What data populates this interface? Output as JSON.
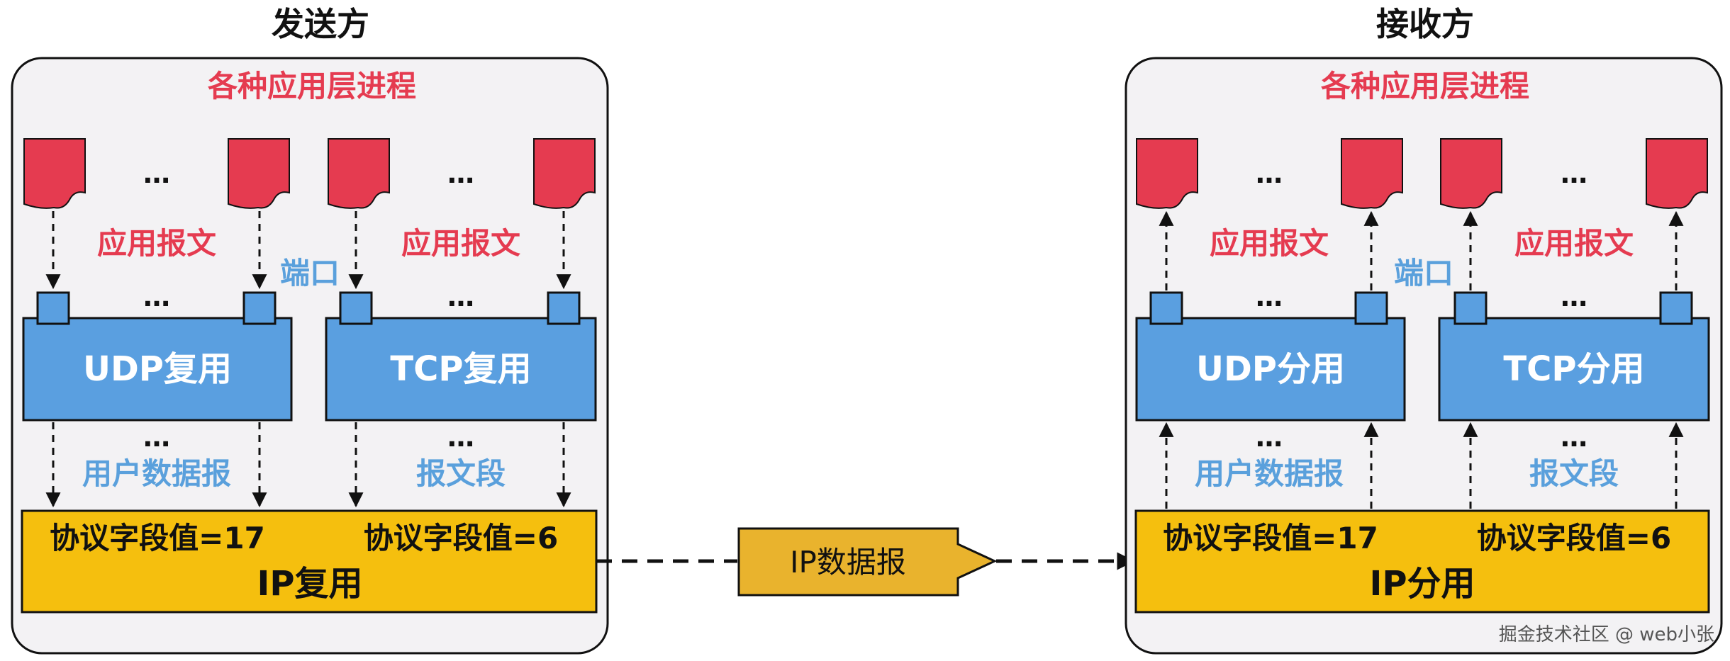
{
  "sender": {
    "title": "发送方",
    "app_processes": "各种应用层进程",
    "app_message_udp": "应用报文",
    "app_message_tcp": "应用报文",
    "port_label": "端口",
    "ellipsis": "…",
    "udp_box": "UDP复用",
    "tcp_box": "TCP复用",
    "udp_unit": "用户数据报",
    "tcp_unit": "报文段",
    "protocol_udp": "协议字段值=17",
    "protocol_tcp": "协议字段值=6",
    "ip_box": "IP复用"
  },
  "channel": {
    "label": "IP数据报"
  },
  "receiver": {
    "title": "接收方",
    "app_processes": "各种应用层进程",
    "app_message_udp": "应用报文",
    "app_message_tcp": "应用报文",
    "port_label": "端口",
    "ellipsis": "…",
    "udp_box": "UDP分用",
    "tcp_box": "TCP分用",
    "udp_unit": "用户数据报",
    "tcp_unit": "报文段",
    "protocol_udp": "协议字段值=17",
    "protocol_tcp": "协议字段值=6",
    "ip_box": "IP分用"
  },
  "watermark": "掘金技术社区 @ web小张",
  "colors": {
    "panel_fill": "#f3f2f4",
    "process_red": "#e53b50",
    "mux_blue": "#5a9fe0",
    "ip_yellow": "#f5bf0e",
    "datagram_yellow": "#e9b32d",
    "blue_text": "#5aa0dc",
    "red_text": "#e53b50"
  }
}
